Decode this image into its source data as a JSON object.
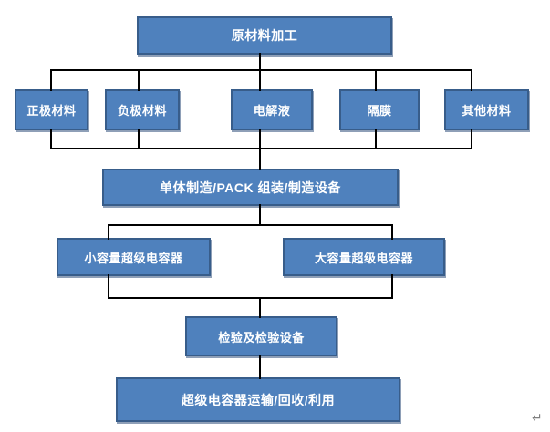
{
  "diagram": {
    "type": "flowchart",
    "language": "zh-CN",
    "nodes": [
      {
        "id": "raw-material-processing",
        "label": "原材料加工"
      },
      {
        "id": "cathode-material",
        "label": "正极材料"
      },
      {
        "id": "anode-material",
        "label": "负极材料"
      },
      {
        "id": "electrolyte",
        "label": "电解液"
      },
      {
        "id": "separator",
        "label": "隔膜"
      },
      {
        "id": "other-materials",
        "label": "其他材料"
      },
      {
        "id": "cell-manufacturing-pack-assembly-equipment",
        "label": "单体制造/PACK 组装/制造设备"
      },
      {
        "id": "small-capacity-supercapacitor",
        "label": "小容量超级电容器"
      },
      {
        "id": "large-capacity-supercapacitor",
        "label": "大容量超级电容器"
      },
      {
        "id": "inspection-and-inspection-equipment",
        "label": "检验及检验设备"
      },
      {
        "id": "supercapacitor-transport-recycling-utilization",
        "label": "超级电容器运输/回收/利用"
      }
    ],
    "edges": [
      {
        "from": "raw-material-processing",
        "to": [
          "cathode-material",
          "anode-material",
          "electrolyte",
          "separator",
          "other-materials"
        ]
      },
      {
        "from": [
          "cathode-material",
          "anode-material",
          "electrolyte",
          "separator",
          "other-materials"
        ],
        "to": "cell-manufacturing-pack-assembly-equipment"
      },
      {
        "from": "cell-manufacturing-pack-assembly-equipment",
        "to": [
          "small-capacity-supercapacitor",
          "large-capacity-supercapacitor"
        ]
      },
      {
        "from": [
          "small-capacity-supercapacitor",
          "large-capacity-supercapacitor"
        ],
        "to": "inspection-and-inspection-equipment"
      },
      {
        "from": "inspection-and-inspection-equipment",
        "to": "supercapacitor-transport-recycling-utilization"
      }
    ],
    "colors": {
      "node_fill": "#4f81bd",
      "node_border": "#385d8a",
      "node_text": "#ffffff",
      "connector": "#000000",
      "background": "#ffffff",
      "paragraph_mark": "#7f7f7f"
    },
    "paragraph_mark": "↵"
  }
}
